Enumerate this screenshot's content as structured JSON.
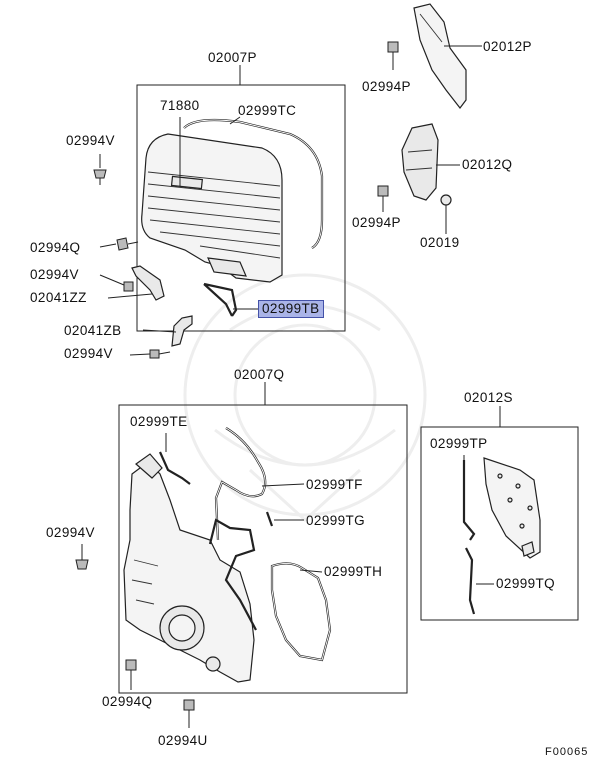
{
  "groups": {
    "upper_cover": "02007P",
    "lower_cover": "02007Q",
    "rear_plate": "02012S"
  },
  "parts": {
    "p71880": "71880",
    "p02999TC": "02999TC",
    "p02994V_top": "02994V",
    "p02994Q_top": "02994Q",
    "p02994V_mid": "02994V",
    "p02041ZZ": "02041ZZ",
    "p02999TB": "02999TB",
    "p02041ZB": "02041ZB",
    "p02994V_mid2": "02994V",
    "p02012P": "02012P",
    "p02994P_top": "02994P",
    "p02012Q": "02012Q",
    "p02994P_mid": "02994P",
    "p02019": "02019",
    "p02999TE": "02999TE",
    "p02999TF": "02999TF",
    "p02999TG": "02999TG",
    "p02999TH": "02999TH",
    "p02994V_low": "02994V",
    "p02994Q_low": "02994Q",
    "p02994U": "02994U",
    "p02999TP": "02999TP",
    "p02999TQ": "02999TQ"
  },
  "highlighted_part": "02999TB",
  "figure_code": "F00065",
  "colors": {
    "highlight_fill": "#aab4e8",
    "highlight_border": "#4452a8",
    "line": "#222222"
  }
}
